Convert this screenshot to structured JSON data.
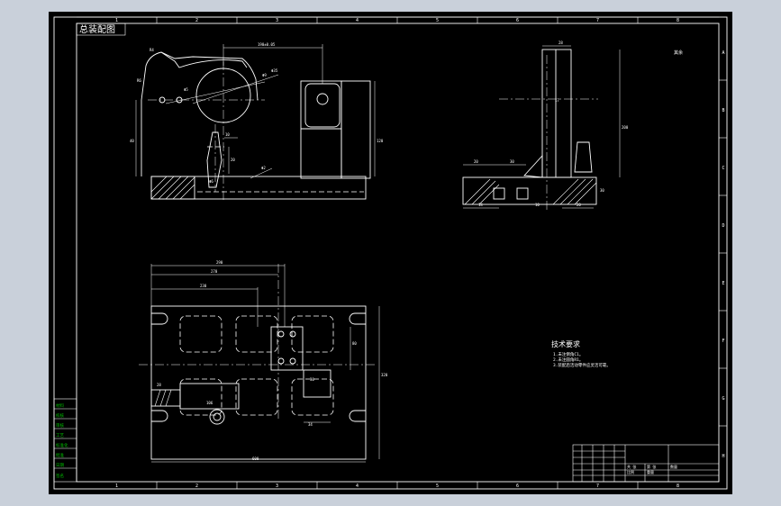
{
  "title_label": "总装配图",
  "border": {
    "columns": [
      "1",
      "2",
      "3",
      "4",
      "5",
      "6",
      "7",
      "8"
    ],
    "rows": [
      "A",
      "B",
      "C",
      "D",
      "E",
      "F",
      "G",
      "H"
    ]
  },
  "front_view": {
    "dims": [
      "190±0.05",
      "R4",
      "R6",
      "Φ5",
      "Φ9",
      "Φ35",
      "10",
      "20",
      "40",
      "Φ6",
      "120",
      "Φ2"
    ]
  },
  "side_view": {
    "dims": [
      "28",
      "200",
      "20",
      "30",
      "14",
      "20",
      "30",
      "10",
      "17"
    ]
  },
  "plan_view": {
    "dims": [
      "290",
      "270",
      "230",
      "28",
      "80",
      "30",
      "34",
      "106",
      "600",
      "320"
    ]
  },
  "notes": {
    "heading": "技术要求",
    "lines": [
      "1.未注倒角C1。",
      "2.未注圆角R1。",
      "3.装配后活动零件应灵活可靠。"
    ]
  },
  "left_table": [
    "材料",
    "校核",
    "审核",
    "工艺",
    "标准化",
    "批准",
    "日期",
    "签名"
  ],
  "title_block": {
    "cells": [
      "共 张",
      "第 张",
      "比例",
      "重量",
      "数量"
    ]
  },
  "mark_top_right": "其余"
}
